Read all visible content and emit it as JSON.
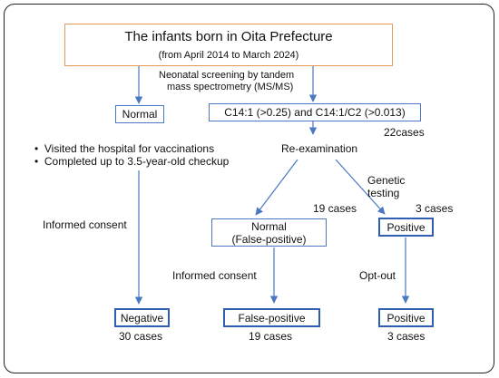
{
  "colors": {
    "accent_blue": "#4a78c2",
    "box_blue": "#2f5fb3",
    "orange": "#e39a56",
    "frame": "#222222"
  },
  "top": {
    "title": "The infants born in Oita Prefecture",
    "subtitle": "(from April 2014 to March 2024)"
  },
  "screening_label_1": "Neonatal screening by tandem",
  "screening_label_2": "mass spectrometry (MS/MS)",
  "normal_box": "Normal",
  "criteria_box": "C14:1 (>0.25) and  C14:1/C2 (>0.013)",
  "bullets": [
    "Visited the hospital for vaccinations",
    "Completed up to 3.5-year-old checkup"
  ],
  "cases_22": "22cases",
  "reexam": "Re-examination",
  "genetic_1": "Genetic",
  "genetic_2": "testing",
  "cases_19a": "19 cases",
  "cases_3a": "3 cases",
  "informed_consent_left": "Informed consent",
  "normal_fp_1": "Normal",
  "normal_fp_2": "(False-positive)",
  "positive_mid": "Positive",
  "informed_consent_mid": "Informed consent",
  "opt_out": "Opt-out",
  "final": {
    "negative": "Negative",
    "false_positive": "False-positive",
    "positive": "Positive"
  },
  "final_cases": {
    "c30": "30 cases",
    "c19": "19 cases",
    "c3": "3 cases"
  }
}
